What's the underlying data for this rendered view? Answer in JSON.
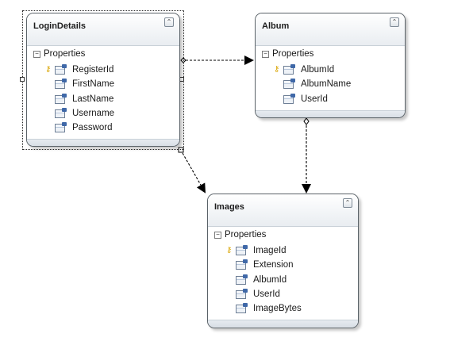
{
  "entities": {
    "login": {
      "title": "LoginDetails",
      "section": "Properties",
      "collapse_glyph": "⌃",
      "props": [
        {
          "label": "RegisterId",
          "key": true
        },
        {
          "label": "FirstName",
          "key": false
        },
        {
          "label": "LastName",
          "key": false
        },
        {
          "label": "Username",
          "key": false
        },
        {
          "label": "Password",
          "key": false
        }
      ]
    },
    "album": {
      "title": "Album",
      "section": "Properties",
      "collapse_glyph": "⌃",
      "props": [
        {
          "label": "AlbumId",
          "key": true
        },
        {
          "label": "AlbumName",
          "key": false
        },
        {
          "label": "UserId",
          "key": false
        }
      ]
    },
    "images": {
      "title": "Images",
      "section": "Properties",
      "collapse_glyph": "⌃",
      "props": [
        {
          "label": "ImageId",
          "key": true
        },
        {
          "label": "Extension",
          "key": false
        },
        {
          "label": "AlbumId",
          "key": false
        },
        {
          "label": "UserId",
          "key": false
        },
        {
          "label": "ImageBytes",
          "key": false
        }
      ]
    }
  },
  "icons": {
    "key": "key-icon",
    "property": "property-icon",
    "collapse": "collapse-chevron-icon",
    "section_toggle": "minus-toggle-icon"
  },
  "colors": {
    "connector": "#000000",
    "entity_border": "#5a6268",
    "key_icon": "#d9a400"
  }
}
